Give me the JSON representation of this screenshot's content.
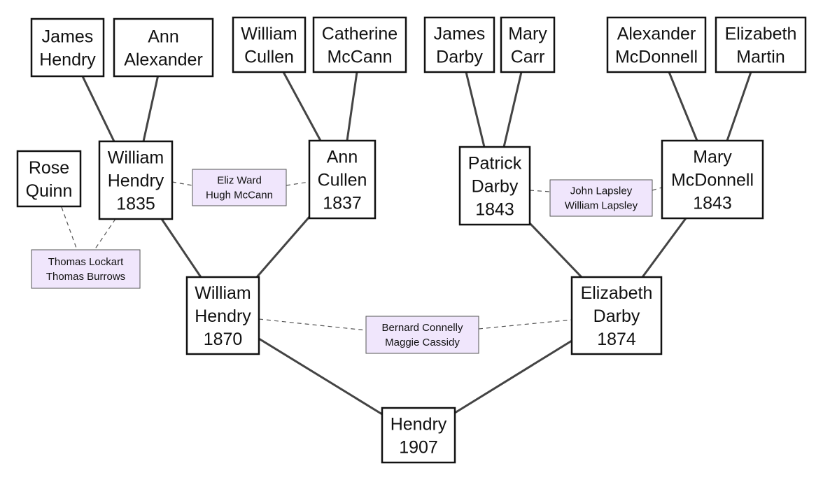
{
  "colors": {
    "person_border": "#111111",
    "witness_fill": "#f0e6fc",
    "line": "#444444"
  },
  "persons": {
    "james_hendry": [
      "James",
      "Hendry"
    ],
    "ann_alexander": [
      "Ann",
      "Alexander"
    ],
    "william_cullen": [
      "William",
      "Cullen"
    ],
    "catherine_mccann": [
      "Catherine",
      "McCann"
    ],
    "james_darby": [
      "James",
      "Darby"
    ],
    "mary_carr": [
      "Mary",
      "Carr"
    ],
    "alexander_mcdonnell": [
      "Alexander",
      "McDonnell"
    ],
    "elizabeth_martin": [
      "Elizabeth",
      "Martin"
    ],
    "rose_quinn": [
      "Rose",
      "Quinn"
    ],
    "william_hendry_1835": [
      "William",
      "Hendry",
      "1835"
    ],
    "ann_cullen_1837": [
      "Ann",
      "Cullen",
      "1837"
    ],
    "patrick_darby_1843": [
      "Patrick",
      "Darby",
      "1843"
    ],
    "mary_mcdonnell_1843": [
      "Mary",
      "McDonnell",
      "1843"
    ],
    "william_hendry_1870": [
      "William",
      "Hendry",
      "1870"
    ],
    "elizabeth_darby_1874": [
      "Elizabeth",
      "Darby",
      "1874"
    ],
    "hendry_1907": [
      "Hendry",
      "1907"
    ]
  },
  "witnesses": {
    "hendry_cullen": [
      "Eliz Ward",
      "Hugh McCann"
    ],
    "darby_mcdonnell": [
      "John Lapsley",
      "William Lapsley"
    ],
    "quinn_hendry": [
      "Thomas Lockart",
      "Thomas Burrows"
    ],
    "hendry_darby": [
      "Bernard Connelly",
      "Maggie Cassidy"
    ]
  }
}
